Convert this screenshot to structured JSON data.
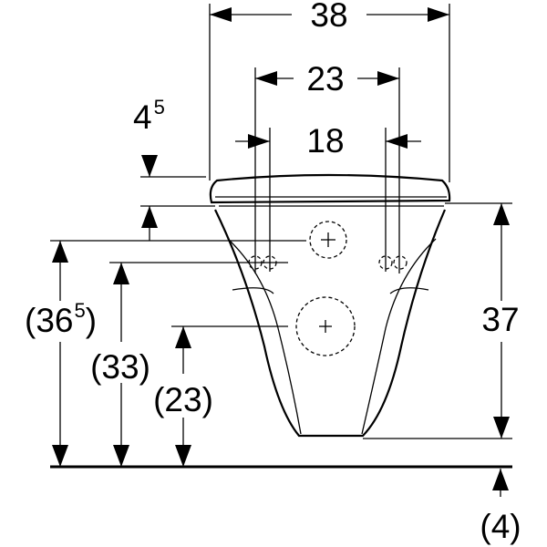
{
  "dimensions": {
    "overall_width": "38",
    "fixing_centres": "23",
    "inner_centres": "18",
    "seat_offset_main": "4",
    "seat_offset_sup": "5",
    "height_right": "37",
    "height_left_main": "(36",
    "height_left_sup": "5",
    "height_left_close": ")",
    "height_fixing": "(33)",
    "height_outlet": "(23)",
    "floor_gap": "(4)"
  }
}
